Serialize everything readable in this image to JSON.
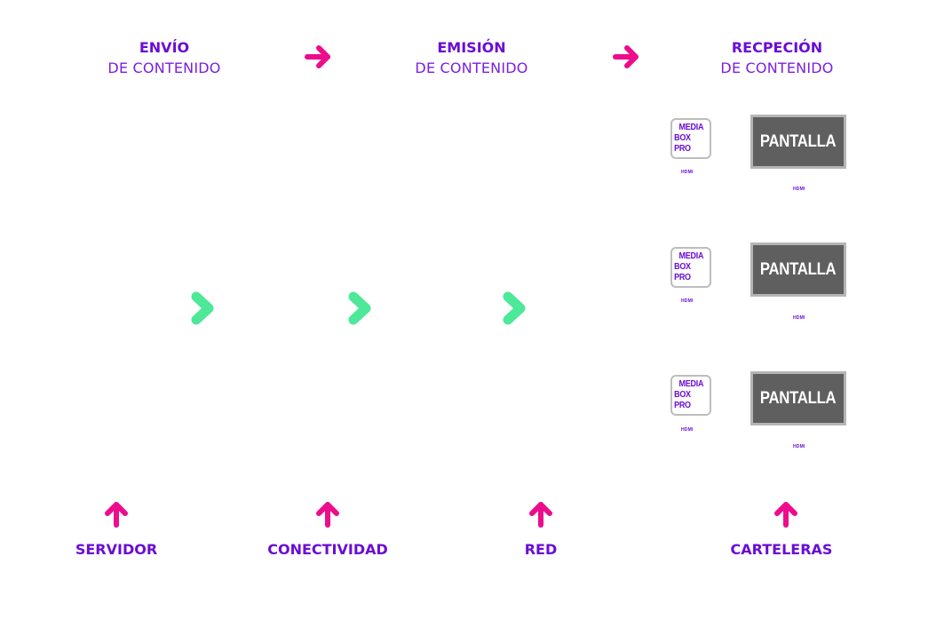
{
  "stages": [
    {
      "title": "ENVÍO",
      "subtitle": "DE CONTENIDO"
    },
    {
      "title": "EMISIÓN",
      "subtitle": "DE CONTENIDO"
    },
    {
      "title": "RECPECIÓN",
      "subtitle": "DE CONTENIDO"
    }
  ],
  "components": [
    {
      "label": "SERVIDOR"
    },
    {
      "label": "CONECTIVIDAD"
    },
    {
      "label": "RED"
    },
    {
      "label": "CARTELERAS"
    }
  ],
  "devices": [
    {
      "box_line1": "MEDIA",
      "box_line2": "BOX PRO",
      "box_port": "HDMI",
      "screen_label": "PANTALLA",
      "screen_port": "HDMI"
    },
    {
      "box_line1": "MEDIA",
      "box_line2": "BOX PRO",
      "box_port": "HDMI",
      "screen_label": "PANTALLA",
      "screen_port": "HDMI"
    },
    {
      "box_line1": "MEDIA",
      "box_line2": "BOX PRO",
      "box_port": "HDMI",
      "screen_label": "PANTALLA",
      "screen_port": "HDMI"
    }
  ],
  "icons": {
    "stage_arrow": "arrow-right-icon",
    "flow_chevron": "chevron-right-icon",
    "component_arrow": "arrow-up-icon"
  },
  "colors": {
    "primary_purple": "#6a0dd4",
    "accent_pink": "#ec0c8c",
    "chevron_green": "#4de898",
    "screen_gray": "#5f5f5f"
  }
}
